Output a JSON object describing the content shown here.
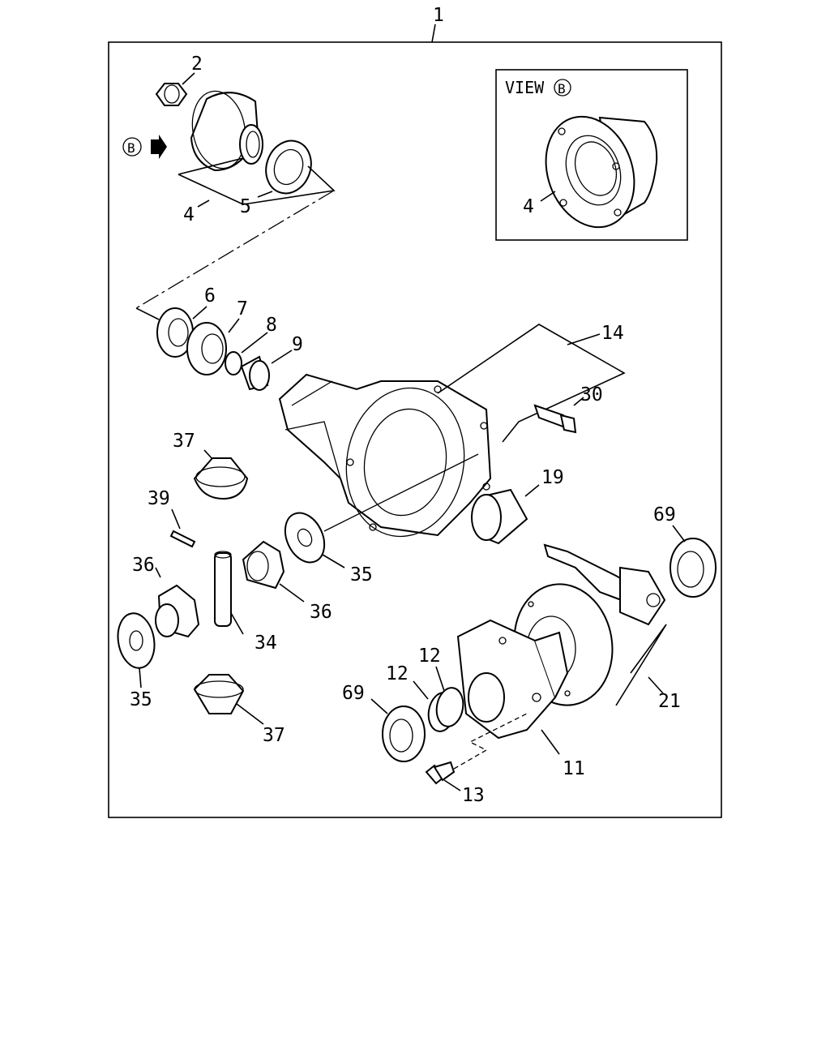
{
  "diagram": {
    "assembly_label": "1",
    "view_label": "VIEW",
    "view_marker": "B",
    "arrow_marker": "B",
    "callouts": {
      "c2": "2",
      "c4": "4",
      "c5": "5",
      "c4_view": "4",
      "c6": "6",
      "c7": "7",
      "c8": "8",
      "c9": "9",
      "c14": "14",
      "c30": "30",
      "c37a": "37",
      "c39": "39",
      "c19": "19",
      "c69a": "69",
      "c36a": "36",
      "c35a": "35",
      "c36b": "36",
      "c34": "34",
      "c35b": "35",
      "c37b": "37",
      "c12a": "12",
      "c12b": "12",
      "c69b": "69",
      "c21": "21",
      "c11": "11",
      "c13": "13"
    }
  }
}
